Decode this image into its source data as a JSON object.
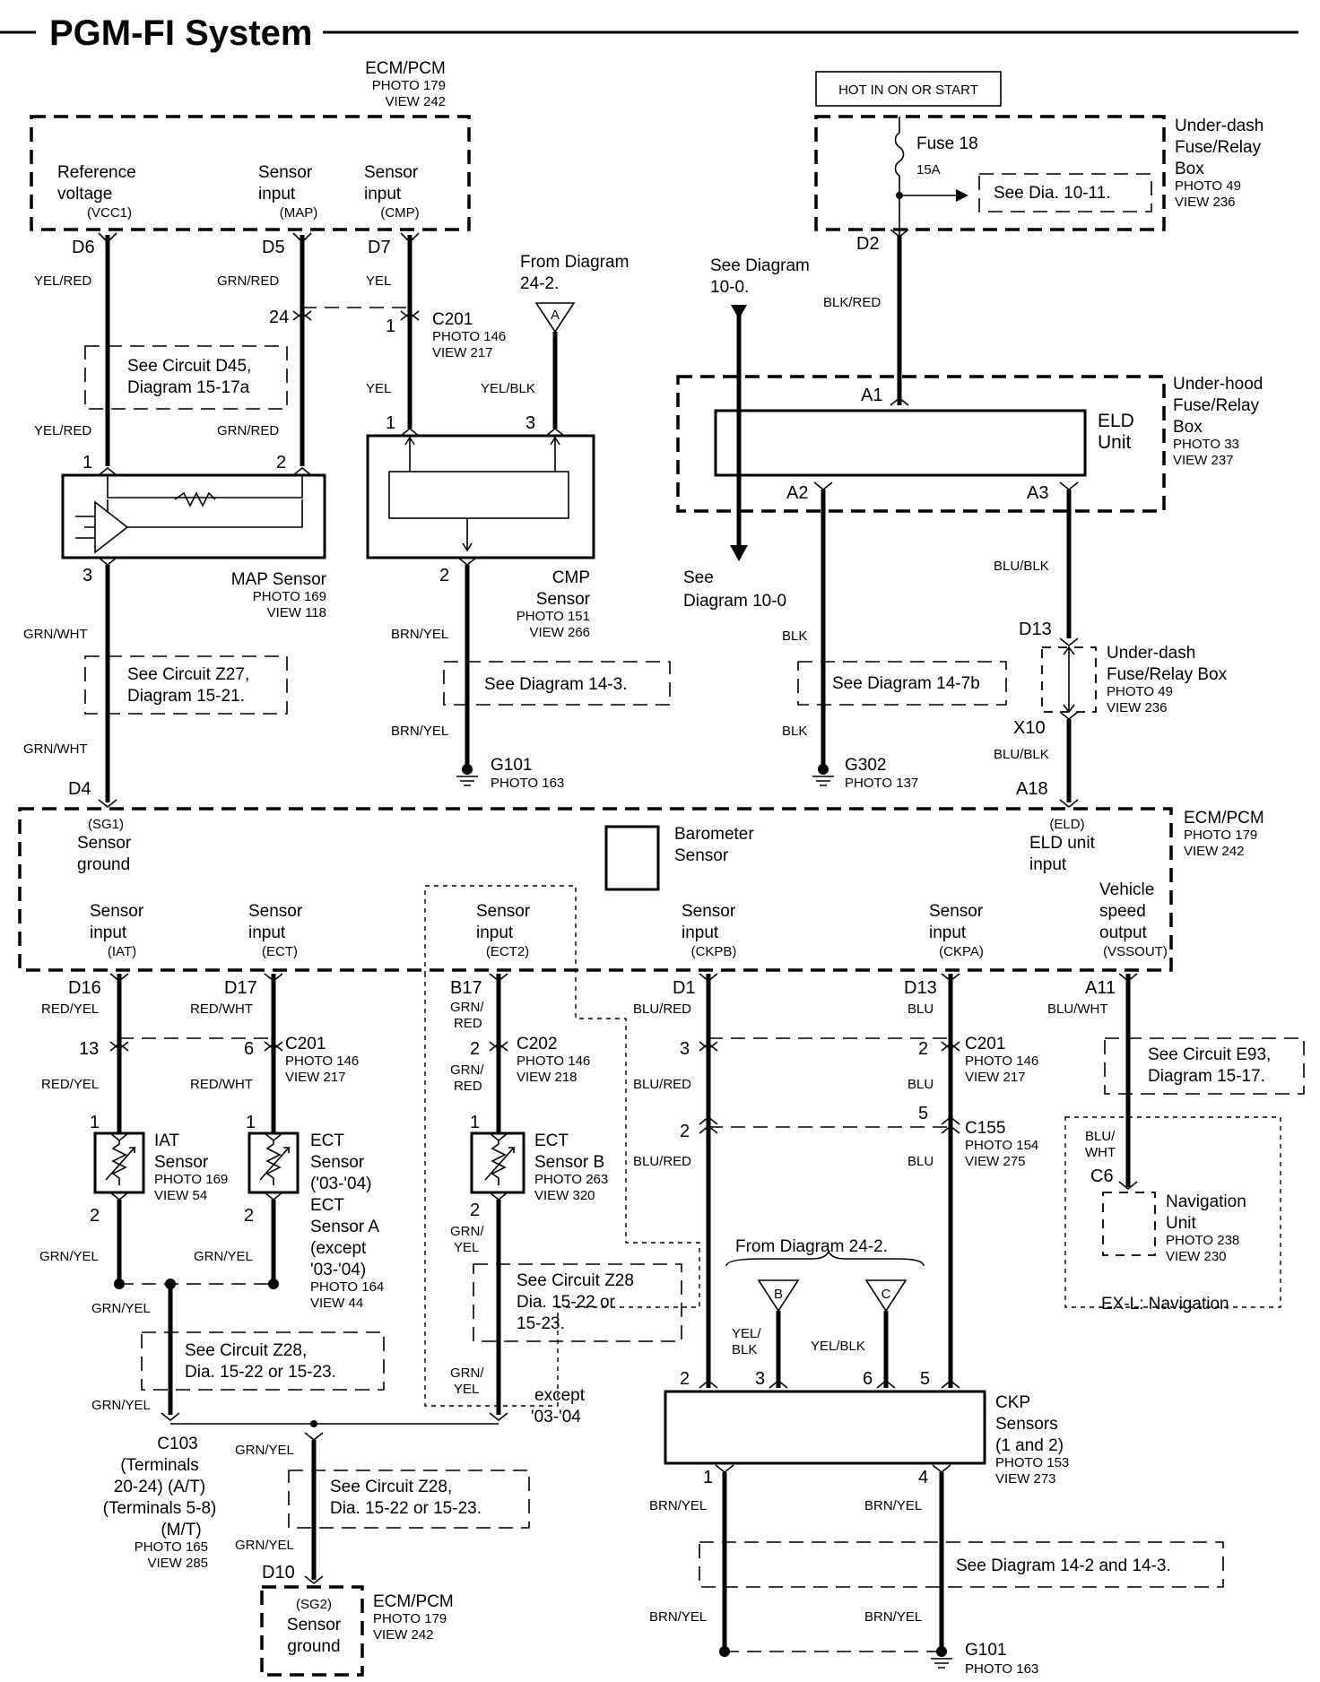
{
  "title": "PGM-FI System",
  "hot_label": "HOT IN ON OR START",
  "ecm_top": {
    "name": "ECM/PCM",
    "photo": "PHOTO 179",
    "view": "VIEW 242",
    "ref_voltage": [
      "Reference",
      "voltage"
    ],
    "vcc1": "(VCC1)",
    "sensor_input_map": [
      "Sensor",
      "input"
    ],
    "map": "(MAP)",
    "sensor_input_cmp": [
      "Sensor",
      "input"
    ],
    "cmp": "(CMP)"
  },
  "fuse_box_top": {
    "fuse": "Fuse 18",
    "amps": "15A",
    "see": "See   Dia. 10-11.",
    "name": [
      "Under-dash",
      "Fuse/Relay",
      "Box"
    ],
    "photo": "PHOTO 49",
    "view": "VIEW 236"
  },
  "pins": {
    "d6": "D6",
    "d5": "D5",
    "d7": "D7",
    "d2": "D2",
    "p24": "24",
    "p1a": "1",
    "p1b": "1",
    "p3a": "3",
    "p1c": "1",
    "p2a": "2",
    "p3b": "3",
    "p2b": "2",
    "a1": "A1",
    "a2": "A2",
    "a3": "A3",
    "d13a": "D13",
    "x10": "X10",
    "a18": "A18",
    "d4": "D4",
    "d16": "D16",
    "d17": "D17",
    "b17": "B17",
    "d1": "D1",
    "d13b": "D13",
    "a11": "A11",
    "p13": "13",
    "p6": "6",
    "p2c": "2",
    "p3c": "3",
    "p2d": "2",
    "p1d": "1",
    "p1e": "1",
    "p1f": "1",
    "p2e": "2",
    "p5a": "5",
    "p2f": "2",
    "p2g": "2",
    "p2h": "2",
    "c6": "C6",
    "p2i": "2",
    "p3d": "3",
    "p6b": "6",
    "p5b": "5",
    "p1g": "1",
    "p4": "4",
    "d10": "D10"
  },
  "wire_colors": {
    "yel_red1": "YEL/RED",
    "grn_red1": "GRN/RED",
    "yel1": "YEL",
    "yel2": "YEL",
    "yel_blk": "YEL/BLK",
    "yel_red2": "YEL/RED",
    "grn_red2": "GRN/RED",
    "blk_red": "BLK/RED",
    "grn_wht1": "GRN/WHT",
    "grn_wht2": "GRN/WHT",
    "brn_yel1": "BRN/YEL",
    "brn_yel2": "BRN/YEL",
    "blk1": "BLK",
    "blk2": "BLK",
    "blu_blk1": "BLU/BLK",
    "blu_blk2": "BLU/BLK",
    "red_yel1": "RED/YEL",
    "red_wht1": "RED/WHT",
    "grn_red3": [
      "GRN/",
      "RED"
    ],
    "blu_red1": "BLU/RED",
    "blu1": "BLU",
    "blu_wht1": "BLU/WHT",
    "red_yel2": "RED/YEL",
    "red_wht2": "RED/WHT",
    "grn_red4": [
      "GRN/",
      "RED"
    ],
    "blu_red2": "BLU/RED",
    "blu2": "BLU",
    "blu_red3": "BLU/RED",
    "blu3": "BLU",
    "blu_wht2": [
      "BLU/",
      "WHT"
    ],
    "grn_yel1": "GRN/YEL",
    "grn_yel2": "GRN/YEL",
    "grn_yel3": [
      "GRN/",
      "YEL"
    ],
    "grn_yel4": "GRN/YEL",
    "grn_yel5": [
      "GRN/",
      "YEL"
    ],
    "grn_yel6": "GRN/YEL",
    "grn_yel7": "GRN/YEL",
    "grn_yel8": "GRN/YEL",
    "yel_blk2": [
      "YEL/",
      "BLK"
    ],
    "yel_blk3": "YEL/BLK",
    "brn_yel3": "BRN/YEL",
    "brn_yel4": "BRN/YEL",
    "brn_yel5": "BRN/YEL",
    "brn_yel6": "BRN/YEL"
  },
  "c201_top": {
    "name": "C201",
    "photo": "PHOTO 146",
    "view": "VIEW 217"
  },
  "from_diag_a": {
    "text": [
      "From Diagram",
      "24-2."
    ],
    "letter": "A"
  },
  "see_diag_10_0_top": [
    "See Diagram",
    "10-0."
  ],
  "see_d45": [
    "See Circuit D45,",
    "Diagram 15-17a"
  ],
  "map_sensor": {
    "name": "MAP Sensor",
    "photo": "PHOTO 169",
    "view": "VIEW 118"
  },
  "cmp_sensor": {
    "name": [
      "CMP",
      "Sensor"
    ],
    "photo": "PHOTO 151",
    "view": "VIEW 266"
  },
  "elu": {
    "name": [
      "ELD",
      "Unit"
    ]
  },
  "under_hood": {
    "name": [
      "Under-hood",
      "Fuse/Relay",
      "Box"
    ],
    "photo": "PHOTO 33",
    "view": "VIEW 237"
  },
  "see_diag_10_0_bottom": [
    "See",
    "Diagram 10-0"
  ],
  "see_z27": [
    "See Circuit Z27,",
    "Diagram 15-21."
  ],
  "see_14_3": "See Diagram  14-3.",
  "see_14_7b": "See  Diagram 14-7b",
  "under_dash2": {
    "name": [
      "Under-dash",
      "Fuse/Relay Box"
    ],
    "photo": "PHOTO 49",
    "view": "VIEW 236"
  },
  "g101_top": {
    "name": "G101",
    "photo": "PHOTO 163"
  },
  "g302": {
    "name": "G302",
    "photo": "PHOTO 137"
  },
  "ecm_mid": {
    "name": "ECM/PCM",
    "photo": "PHOTO 179",
    "view": "VIEW 242",
    "sg1": "(SG1)",
    "sensor_ground": [
      "Sensor",
      "ground"
    ],
    "barometer": [
      "Barometer",
      "Sensor"
    ],
    "eld": "(ELD)",
    "eld_input": [
      "ELD unit",
      "input"
    ],
    "iat_in": [
      "Sensor",
      "input"
    ],
    "iat": "(IAT)",
    "ect_in": [
      "Sensor",
      "input"
    ],
    "ect": "(ECT)",
    "ect2_in": [
      "Sensor",
      "input"
    ],
    "ect2": "(ECT2)",
    "ckpb_in": [
      "Sensor",
      "input"
    ],
    "ckpb": "(CKPB)",
    "ckpa_in": [
      "Sensor",
      "input"
    ],
    "ckpa": "(CKPA)",
    "vss_out": [
      "Vehicle",
      "speed",
      "output"
    ],
    "vssout": "(VSSOUT)"
  },
  "c201_mid": {
    "name": "C201",
    "photo": "PHOTO 146",
    "view": "VIEW 217"
  },
  "c202": {
    "name": "C202",
    "photo": "PHOTO 146",
    "view": "VIEW 218"
  },
  "c201_right": {
    "name": "C201",
    "photo": "PHOTO 146",
    "view": "VIEW 217"
  },
  "c155": {
    "name": "C155",
    "photo": "PHOTO 154",
    "view": "VIEW 275"
  },
  "see_e93": [
    "See Circuit E93,",
    "Diagram 15-17."
  ],
  "iat_sensor": {
    "name": [
      "IAT",
      "Sensor"
    ],
    "photo": "PHOTO 169",
    "view": "VIEW 54"
  },
  "ect_sensor": {
    "name": [
      "ECT",
      "Sensor",
      "('03-'04)",
      "ECT",
      "Sensor A",
      "(except",
      "'03-'04)"
    ],
    "photo": "PHOTO 164",
    "view": "VIEW 44"
  },
  "ect_b": {
    "name": [
      "ECT",
      "Sensor B"
    ],
    "photo": "PHOTO 263",
    "view": "VIEW 320"
  },
  "nav": {
    "name": [
      "Navigation",
      "Unit"
    ],
    "photo": "PHOTO 238",
    "view": "VIEW 230",
    "exl": "EX-L: Navigation"
  },
  "from_diag_bc": {
    "text": "From Diagram  24-2.",
    "b": "B",
    "c": "C"
  },
  "see_z28_a": [
    "See Circuit Z28,",
    "Dia. 15-22 or 15-23."
  ],
  "see_z28_b": [
    "See Circuit Z28",
    "Dia. 15-22   or",
    "15-23."
  ],
  "see_z28_c": [
    "See Circuit Z28,",
    "Dia. 15-22 or 15-23."
  ],
  "except_0304": [
    "except",
    "'03-'04"
  ],
  "c103": {
    "lines": [
      "C103",
      "(Terminals",
      "20-24) (A/T)",
      "(Terminals 5-8)",
      "(M/T)"
    ],
    "photo": "PHOTO 165",
    "view": "VIEW 285"
  },
  "ckp": {
    "name": [
      "CKP",
      "Sensors",
      "(1 and 2)"
    ],
    "photo": "PHOTO 153",
    "view": "VIEW 273"
  },
  "see_14_2": "See Diagram  14-2 and 14-3.",
  "ecm_bottom": {
    "name": "ECM/PCM",
    "photo": "PHOTO 179",
    "view": "VIEW 242",
    "sg2": "(SG2)",
    "sensor_ground": [
      "Sensor",
      "ground"
    ]
  },
  "g101_bottom": {
    "name": "G101",
    "photo": "PHOTO 163"
  }
}
